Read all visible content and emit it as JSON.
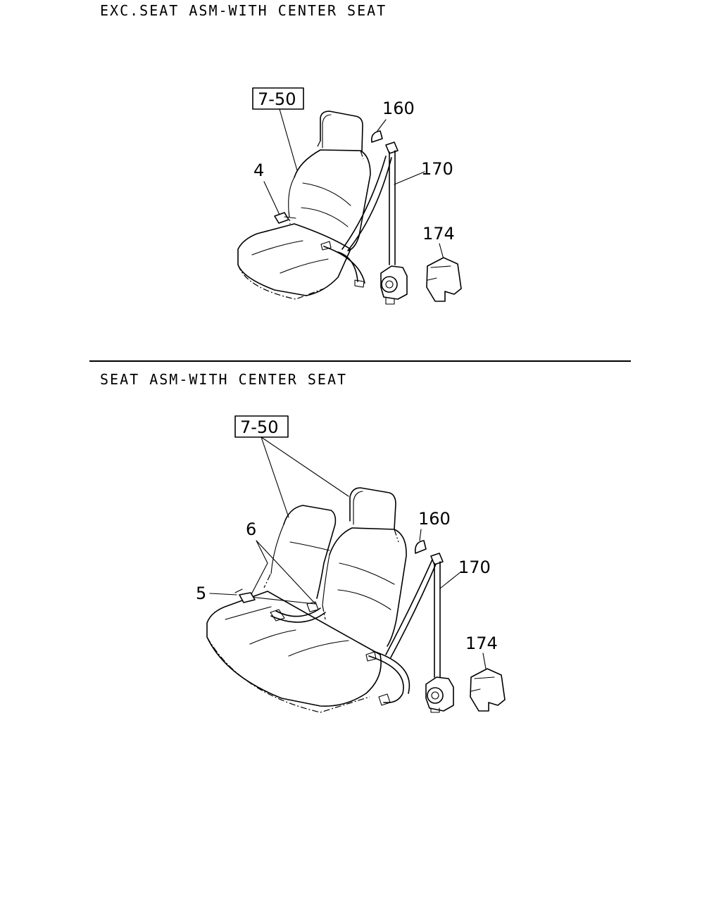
{
  "sections": [
    {
      "heading": "EXC.SEAT ASM-WITH CENTER SEAT",
      "ref_box": "7-50",
      "callouts": [
        "4",
        "160",
        "170",
        "174"
      ]
    },
    {
      "heading": "SEAT ASM-WITH CENTER SEAT",
      "ref_box": "7-50",
      "callouts": [
        "6",
        "5",
        "160",
        "170",
        "174"
      ]
    }
  ]
}
